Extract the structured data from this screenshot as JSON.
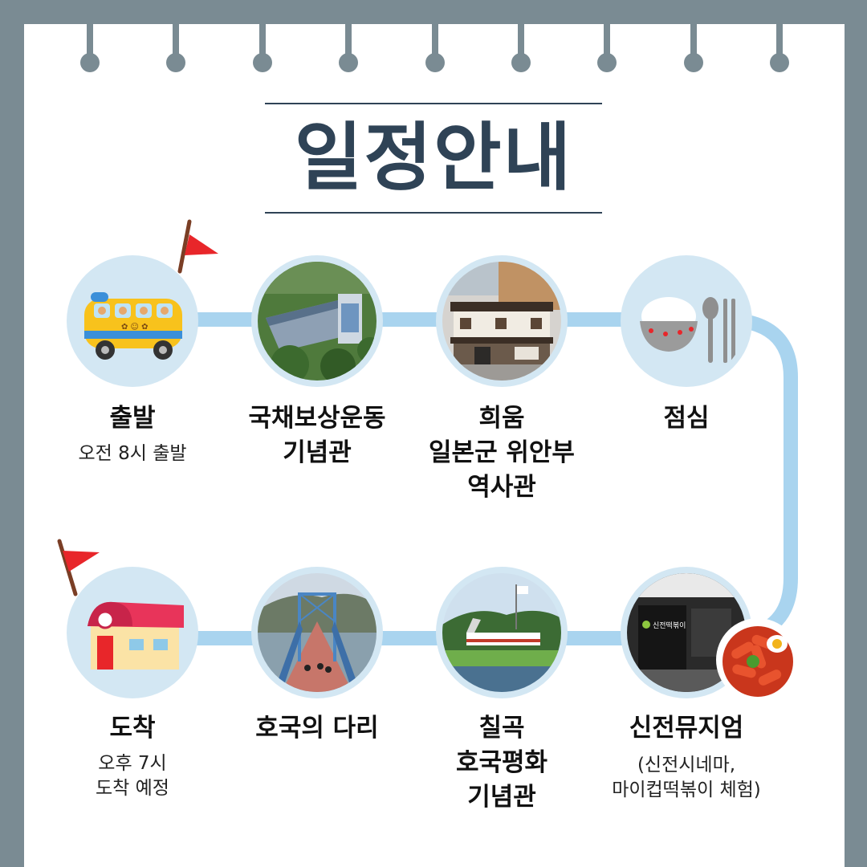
{
  "title": "일정안내",
  "stops": [
    {
      "label": "출발",
      "sub": "오전 8시 출발",
      "icon": "bus-icon"
    },
    {
      "label": "국채보상운동\n기념관",
      "icon": "memorial-hall-photo"
    },
    {
      "label": "희움\n일본군 위안부\n역사관",
      "icon": "history-museum-photo"
    },
    {
      "label": "점심",
      "icon": "rice-bowl-spoon-chopsticks-icon"
    },
    {
      "label": "신전뮤지엄",
      "sub": "(신전시네마,\n마이컵떡볶이 체험)",
      "icon": "sinjeon-museum-photo",
      "photo_sign": "신전떡볶이"
    },
    {
      "label": "칠곡\n호국평화\n기념관",
      "icon": "peace-memorial-photo"
    },
    {
      "label": "호국의 다리",
      "icon": "bridge-photo"
    },
    {
      "label": "도착",
      "sub": "오후 7시\n도착 예정",
      "icon": "house-icon"
    }
  ],
  "colors": {
    "background": "#7a8b93",
    "paper": "#ffffff",
    "route": "#a9d4ef",
    "circle": "#d3e7f3",
    "title": "#2f4356",
    "flag": "#e8262a"
  }
}
